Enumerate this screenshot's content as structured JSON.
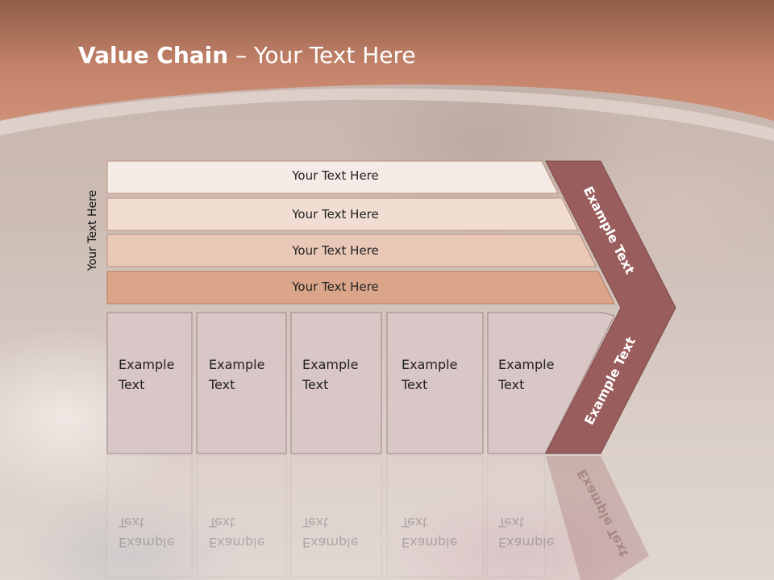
{
  "title": {
    "bold": "Value Chain",
    "rest": " – Your Text Here"
  },
  "side_label": "Your Text Here",
  "rows": [
    {
      "label": "Your Text Here",
      "color": "#f5ebe6"
    },
    {
      "label": "Your Text Here",
      "color": "#f1ddd2"
    },
    {
      "label": "Your Text Here",
      "color": "#e9c8b8"
    },
    {
      "label": "Your Text Here",
      "color": "#dba58a"
    }
  ],
  "boxes": [
    {
      "line1": "Example",
      "line2": "Text"
    },
    {
      "line1": "Example",
      "line2": "Text"
    },
    {
      "line1": "Example",
      "line2": "Text"
    },
    {
      "line1": "Example",
      "line2": "Text"
    },
    {
      "line1": "Example",
      "line2": "Text"
    }
  ],
  "arrow": {
    "upper": "Example Text",
    "lower": "Example Text",
    "color": "#9a5d5d"
  },
  "colors": {
    "header": "#c98a6b",
    "box_fill": "#d9c6c6",
    "box_stroke": "#a08484"
  }
}
